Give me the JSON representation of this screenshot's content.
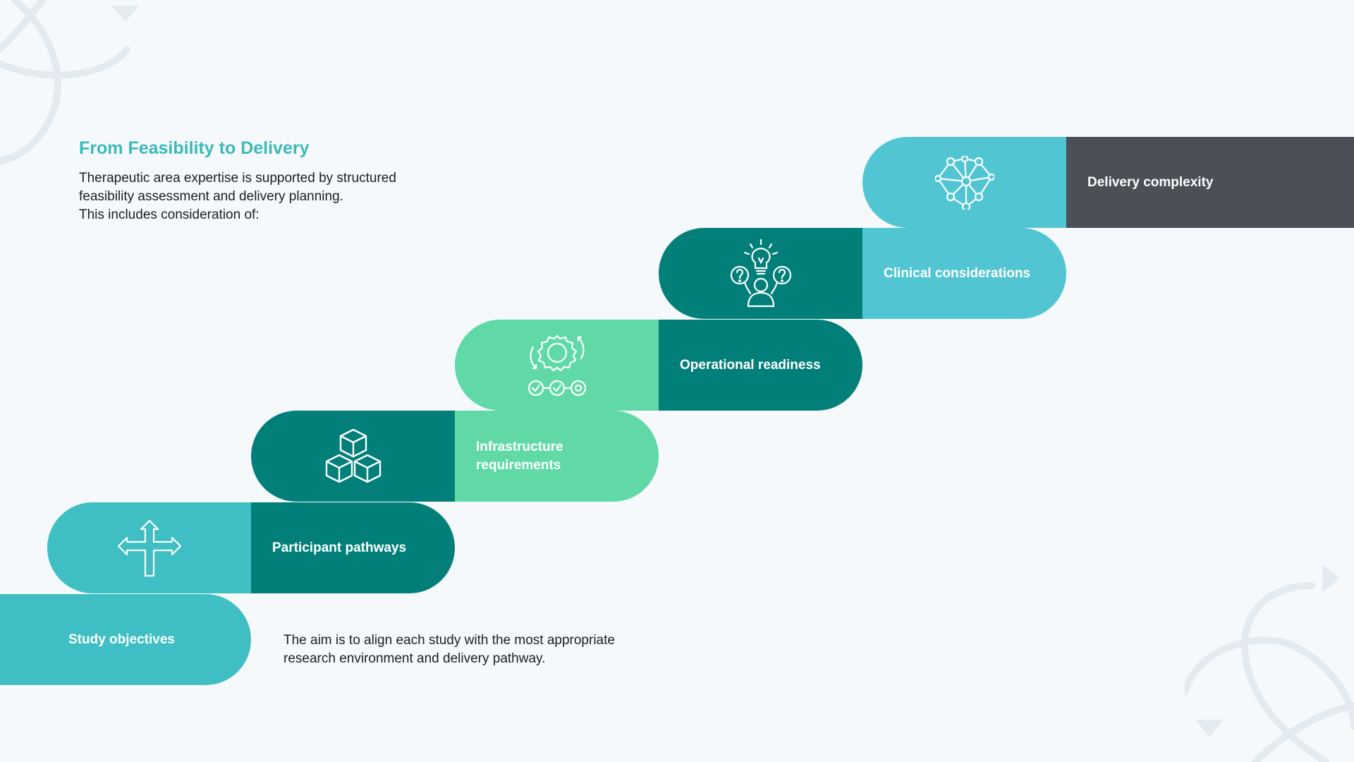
{
  "header": {
    "title": "From Feasibility to Delivery",
    "intro_lines": [
      "Therapeutic area expertise is supported by structured",
      "feasibility assessment and delivery planning.",
      "This includes consideration of:"
    ]
  },
  "footer": {
    "aim_lines": [
      "The aim is to align each study with the most appropriate",
      "research environment and delivery pathway."
    ]
  },
  "steps": [
    {
      "label": "Study objectives",
      "icon": "none"
    },
    {
      "label": "Participant pathways",
      "icon": "crossroads-arrows-icon"
    },
    {
      "label": "Infrastructure",
      "label_line2": "requirements",
      "icon": "stacked-cubes-icon"
    },
    {
      "label": "Operational readiness",
      "icon": "gear-process-icon"
    },
    {
      "label": "Clinical considerations",
      "icon": "idea-person-question-icon"
    },
    {
      "label": "Delivery complexity",
      "icon": "network-sphere-icon"
    }
  ],
  "colors": {
    "background": "#f5f9fc",
    "title": "#3bbab8",
    "teal_light": "#3fbfc3",
    "teal_dark": "#037f79",
    "mint": "#60d9a7",
    "cyan": "#52c5d3",
    "slate": "#4b4f56",
    "decor": "#e4ebf0"
  }
}
